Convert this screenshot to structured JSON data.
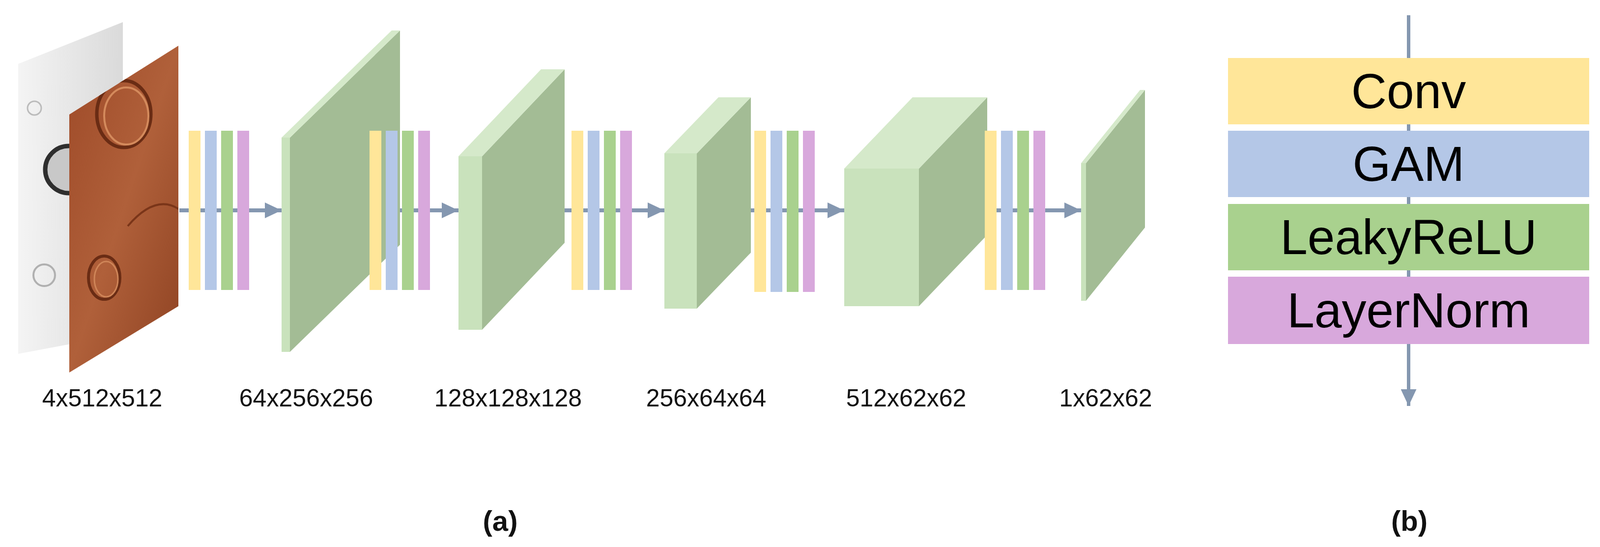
{
  "diagram": {
    "nodes": [
      {
        "text": [
          "4x512x512"
        ]
      },
      {
        "text": [
          "64x256x256"
        ]
      },
      {
        "text": [
          "128x128x128"
        ]
      },
      {
        "text": [
          "256x64x64"
        ]
      },
      {
        "text": [
          "512x62x62"
        ]
      },
      {
        "text": [
          "1x62x62"
        ]
      },
      {
        "text": [
          "Conv"
        ]
      },
      {
        "text": [
          "GAM"
        ]
      },
      {
        "text": [
          "LeakyReLU"
        ]
      },
      {
        "text": [
          "LayerNorm"
        ]
      }
    ],
    "edges": [
      {
        "from": 0,
        "to": 1,
        "arrow": "to"
      },
      {
        "from": 1,
        "to": 2,
        "arrow": "to"
      },
      {
        "from": 2,
        "to": 3,
        "arrow": "to"
      },
      {
        "from": 3,
        "to": 4,
        "arrow": "to"
      },
      {
        "from": 4,
        "to": 5,
        "arrow": "to"
      }
    ],
    "labels": [
      "(a)",
      "(b)"
    ]
  }
}
